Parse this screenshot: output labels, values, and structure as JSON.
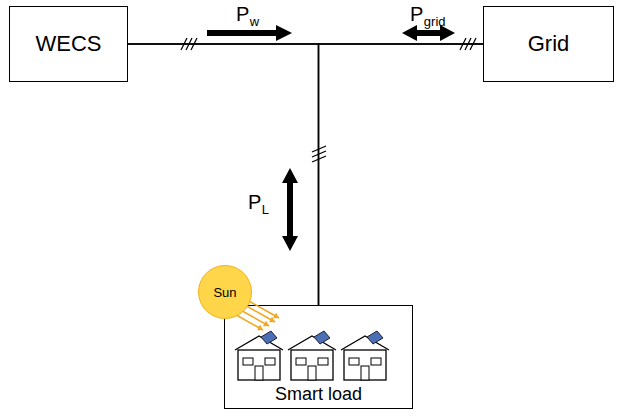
{
  "diagram": {
    "nodes": [
      {
        "text": [
          "WECS"
        ]
      },
      {
        "text": [
          "Grid"
        ]
      },
      {
        "text": [
          "Smart load"
        ]
      },
      {
        "text": [
          "Sun"
        ],
        "in": 2
      }
    ],
    "edges": [
      {
        "from": 0,
        "to": 1,
        "arrow": "none"
      },
      {
        "from": 0,
        "to": 2,
        "arrow": "none"
      },
      {
        "from": 1,
        "to": 2,
        "arrow": "none"
      }
    ],
    "labels": [
      "P",
      "w",
      "P",
      "grid",
      "P",
      "L"
    ]
  }
}
